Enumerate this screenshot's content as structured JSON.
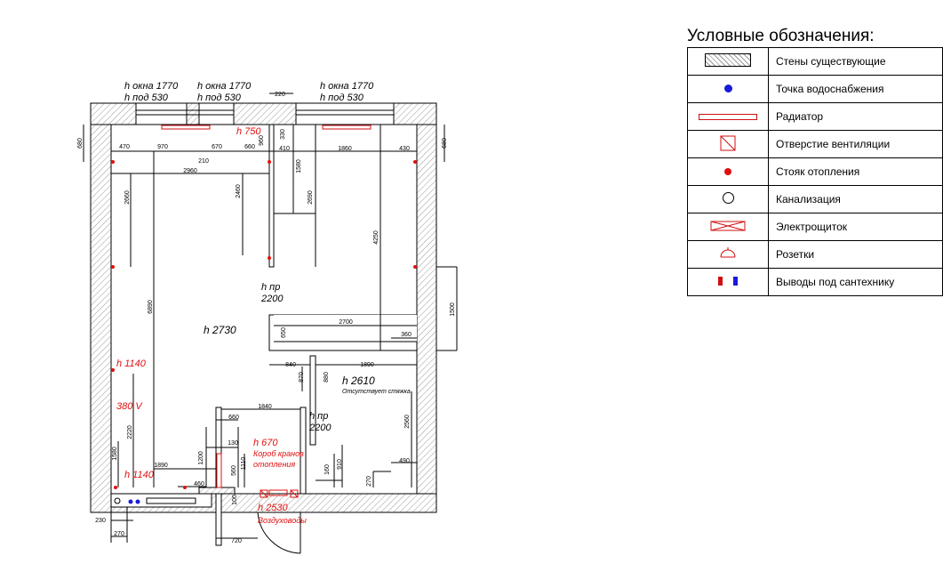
{
  "legend": {
    "title": "Условные обозначения:",
    "items": [
      {
        "icon": "hatched-wall-icon",
        "label": "Стены существующие"
      },
      {
        "icon": "water-point-icon",
        "label": "Точка водоснабжения"
      },
      {
        "icon": "radiator-icon",
        "label": "Радиатор"
      },
      {
        "icon": "ventilation-icon",
        "label": "Отверстие вентиляции"
      },
      {
        "icon": "heating-riser-icon",
        "label": "Стояк отопления"
      },
      {
        "icon": "sewage-icon",
        "label": "Канализация"
      },
      {
        "icon": "electrical-panel-icon",
        "label": "Электрощиток"
      },
      {
        "icon": "socket-icon",
        "label": "Розетки"
      },
      {
        "icon": "plumbing-outlets-icon",
        "label": "Выводы под сантехнику"
      }
    ]
  },
  "windows": {
    "w1_h": "h окна 1770",
    "w1_sill": "h под 530",
    "w2_h": "h окна 1770",
    "w2_sill": "h под 530",
    "w3_h": "h окна 1770",
    "w3_sill": "h под 530"
  },
  "heights": {
    "room_main": "h 2730",
    "room_bath": "h 2610",
    "bath_note": "Отсутствует стяжка",
    "doorway1_label": "h пр",
    "doorway1_val": "2200",
    "doorway2_label": "h пр",
    "doorway2_val": "2200",
    "h750": "h 750",
    "h1140_top": "h 1140",
    "volt": "380 V",
    "h1140_bottom": "h 1140",
    "h670": "h 670",
    "box_line1": "Короб кранов",
    "box_line2": "отопления",
    "h2530": "h 2530",
    "ducts": "Воздуховоды"
  },
  "dimensions": {
    "d680l": "680",
    "d680r": "680",
    "d470": "470",
    "d970": "970",
    "d210": "210",
    "d670": "670",
    "d660": "660",
    "d960": "960",
    "d220": "220",
    "d330": "330",
    "d410": "410",
    "d1860": "1860",
    "d430": "430",
    "d2960": "2960",
    "d2660": "2660",
    "d2460": "2460",
    "d1580": "1580",
    "d2690": "2690",
    "d4250": "4250",
    "d6890": "6890",
    "d1500": "1500",
    "d650": "650",
    "d2700": "2700",
    "d360": "360",
    "d840": "840",
    "d1890a": "1890",
    "d870": "870",
    "d880": "880",
    "d1840": "1840",
    "d660b": "660",
    "d2560": "2560",
    "d2220": "2220",
    "d1580b": "1580",
    "d130": "130",
    "d1110": "1110",
    "d1200": "1200",
    "d560": "560",
    "d1890b": "1890",
    "d460": "460",
    "d160": "160",
    "d910": "910",
    "d490": "490",
    "d270": "270",
    "d100": "100",
    "d230": "230",
    "d270b": "270",
    "d720": "720"
  },
  "colors": {
    "wall_line": "#000000",
    "hatch": "#9a9a9a",
    "radiator": "#d01010",
    "annotation_red": "#e01010",
    "water": "#1a1adb"
  }
}
